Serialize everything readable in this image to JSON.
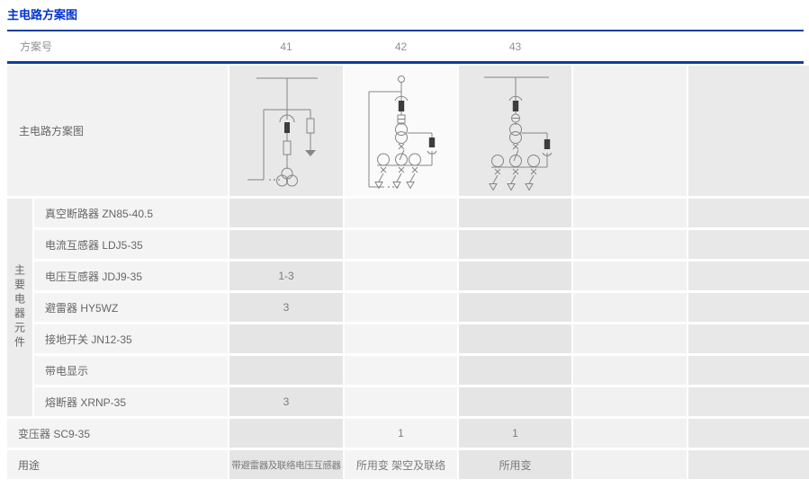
{
  "page_title": "主电路方案图",
  "colors": {
    "title_blue": "#0033cc",
    "rule_blue": "#0c3fa3",
    "cell_dark": "#e5e5e5",
    "cell_light": "#f4f4f4"
  },
  "table": {
    "header": {
      "label": "方案号",
      "schemes": [
        "41",
        "42",
        "43"
      ]
    },
    "diagram_row": {
      "label": "主电路方案图",
      "diagrams": [
        "scheme-41-circuit-diagram",
        "scheme-42-circuit-diagram",
        "scheme-43-circuit-diagram"
      ]
    },
    "group_label": "主要电器元件",
    "component_rows": [
      {
        "label": "真空断路器 ZN85-40.5",
        "values": [
          "",
          "",
          "",
          "",
          ""
        ]
      },
      {
        "label": "电流互感器 LDJ5-35",
        "values": [
          "",
          "",
          "",
          "",
          ""
        ]
      },
      {
        "label": "电压互感器 JDJ9-35",
        "values": [
          "1-3",
          "",
          "",
          "",
          ""
        ]
      },
      {
        "label": "避雷器 HY5WZ",
        "values": [
          "3",
          "",
          "",
          "",
          ""
        ]
      },
      {
        "label": "接地开关 JN12-35",
        "values": [
          "",
          "",
          "",
          "",
          ""
        ]
      },
      {
        "label": "带电显示",
        "values": [
          "",
          "",
          "",
          "",
          ""
        ]
      },
      {
        "label": "熔断器 XRNP-35",
        "values": [
          "3",
          "",
          "",
          "",
          ""
        ]
      }
    ],
    "transformer_row": {
      "label": "变压器 SC9-35",
      "values": [
        "",
        "1",
        "1",
        "",
        ""
      ]
    },
    "usage_row": {
      "label": "用途",
      "values": [
        "带避雷器及联络电压互感器",
        "所用变 架空及联络",
        "所用变",
        "",
        ""
      ]
    }
  }
}
